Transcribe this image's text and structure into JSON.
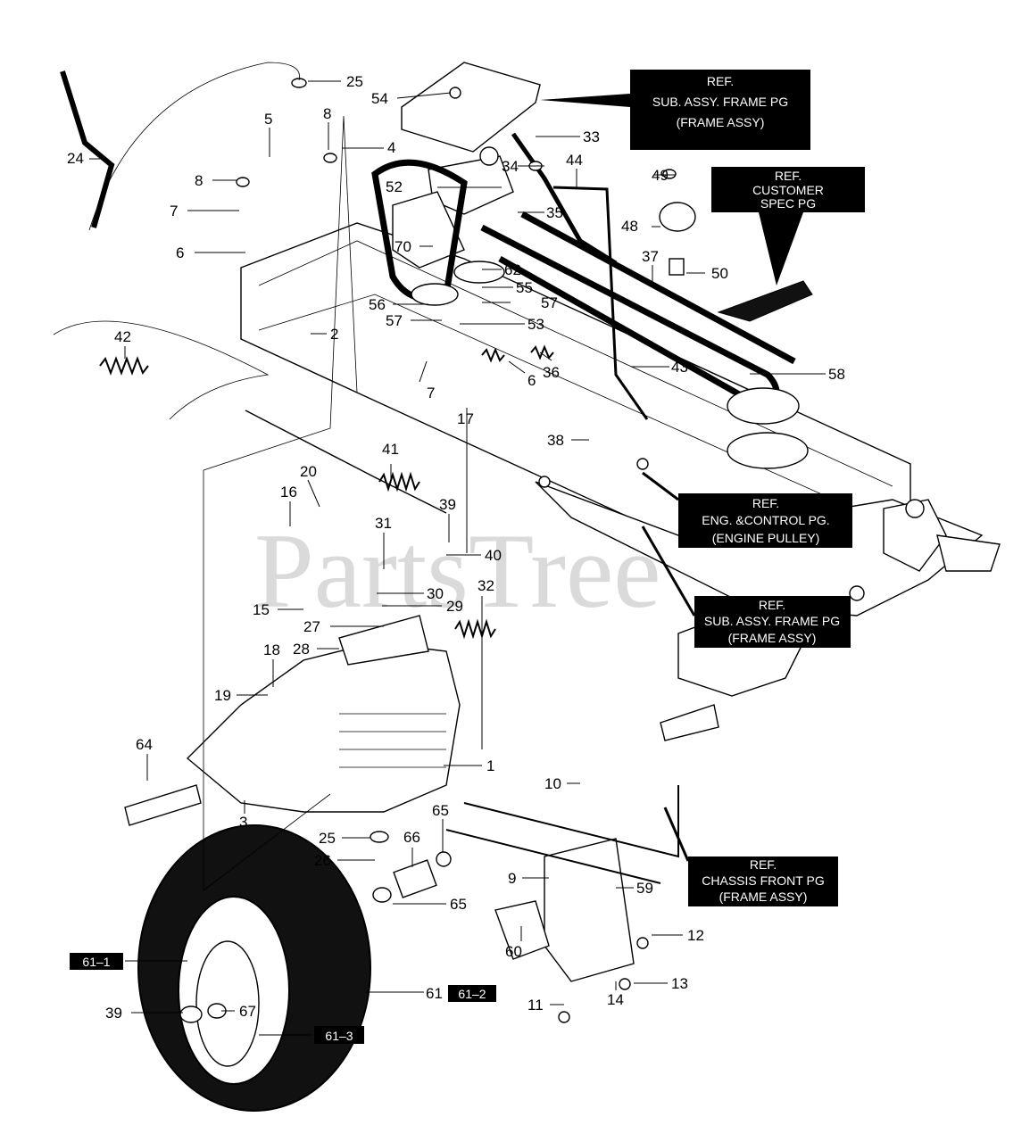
{
  "watermark": "PartsTree",
  "callouts": [
    {
      "id": "c25a",
      "text": "25"
    },
    {
      "id": "c54",
      "text": "54"
    },
    {
      "id": "c5",
      "text": "5"
    },
    {
      "id": "c8a",
      "text": "8"
    },
    {
      "id": "c4",
      "text": "4"
    },
    {
      "id": "c24",
      "text": "24"
    },
    {
      "id": "c8b",
      "text": "8"
    },
    {
      "id": "c7a",
      "text": "7"
    },
    {
      "id": "c6a",
      "text": "6"
    },
    {
      "id": "c33",
      "text": "33"
    },
    {
      "id": "c34",
      "text": "34"
    },
    {
      "id": "c44",
      "text": "44"
    },
    {
      "id": "c49",
      "text": "49"
    },
    {
      "id": "c52",
      "text": "52"
    },
    {
      "id": "c35",
      "text": "35"
    },
    {
      "id": "c48",
      "text": "48"
    },
    {
      "id": "c70",
      "text": "70"
    },
    {
      "id": "c62",
      "text": "62"
    },
    {
      "id": "c37",
      "text": "37"
    },
    {
      "id": "c50",
      "text": "50"
    },
    {
      "id": "c55",
      "text": "55"
    },
    {
      "id": "c56",
      "text": "56"
    },
    {
      "id": "c57a",
      "text": "57"
    },
    {
      "id": "c57b",
      "text": "57"
    },
    {
      "id": "c53",
      "text": "53"
    },
    {
      "id": "c42",
      "text": "42"
    },
    {
      "id": "c2",
      "text": "2"
    },
    {
      "id": "c43",
      "text": "43"
    },
    {
      "id": "c58",
      "text": "58"
    },
    {
      "id": "c7b",
      "text": "7"
    },
    {
      "id": "c6b",
      "text": "6"
    },
    {
      "id": "c36",
      "text": "36"
    },
    {
      "id": "c17",
      "text": "17"
    },
    {
      "id": "c38",
      "text": "38"
    },
    {
      "id": "c41",
      "text": "41"
    },
    {
      "id": "c20",
      "text": "20"
    },
    {
      "id": "c16",
      "text": "16"
    },
    {
      "id": "c39a",
      "text": "39"
    },
    {
      "id": "c31",
      "text": "31"
    },
    {
      "id": "c40",
      "text": "40"
    },
    {
      "id": "c32",
      "text": "32"
    },
    {
      "id": "c30",
      "text": "30"
    },
    {
      "id": "c15",
      "text": "15"
    },
    {
      "id": "c29",
      "text": "29"
    },
    {
      "id": "c27",
      "text": "27"
    },
    {
      "id": "c18",
      "text": "18"
    },
    {
      "id": "c28",
      "text": "28"
    },
    {
      "id": "c19",
      "text": "19"
    },
    {
      "id": "c64",
      "text": "64"
    },
    {
      "id": "c1",
      "text": "1"
    },
    {
      "id": "c10",
      "text": "10"
    },
    {
      "id": "c3",
      "text": "3"
    },
    {
      "id": "c65a",
      "text": "65"
    },
    {
      "id": "c25b",
      "text": "25"
    },
    {
      "id": "c66",
      "text": "66"
    },
    {
      "id": "c26",
      "text": "26"
    },
    {
      "id": "c9",
      "text": "9"
    },
    {
      "id": "c59",
      "text": "59"
    },
    {
      "id": "c65b",
      "text": "65"
    },
    {
      "id": "c12",
      "text": "12"
    },
    {
      "id": "c60",
      "text": "60"
    },
    {
      "id": "c13",
      "text": "13"
    },
    {
      "id": "c11",
      "text": "11"
    },
    {
      "id": "c14",
      "text": "14"
    },
    {
      "id": "c61",
      "text": "61"
    },
    {
      "id": "c39b",
      "text": "39"
    },
    {
      "id": "c67",
      "text": "67"
    }
  ],
  "badges": [
    {
      "id": "b611",
      "text": "61–1"
    },
    {
      "id": "b612",
      "text": "61–2"
    },
    {
      "id": "b613",
      "text": "61–3"
    }
  ],
  "ref_boxes": [
    {
      "id": "ref_frame_top",
      "lines": [
        "REF.",
        "SUB. ASSY. FRAME PG",
        "(FRAME ASSY)"
      ]
    },
    {
      "id": "ref_customer",
      "lines": [
        "REF.",
        "CUSTOMER",
        "SPEC PG"
      ]
    },
    {
      "id": "ref_engine",
      "lines": [
        "REF.",
        "ENG. &CONTROL PG.",
        "(ENGINE PULLEY)"
      ]
    },
    {
      "id": "ref_frame_mid",
      "lines": [
        "REF.",
        "SUB. ASSY. FRAME PG",
        "(FRAME ASSY)"
      ]
    },
    {
      "id": "ref_chassis",
      "lines": [
        "REF.",
        "CHASSIS FRONT PG",
        "(FRAME ASSY)"
      ]
    }
  ]
}
